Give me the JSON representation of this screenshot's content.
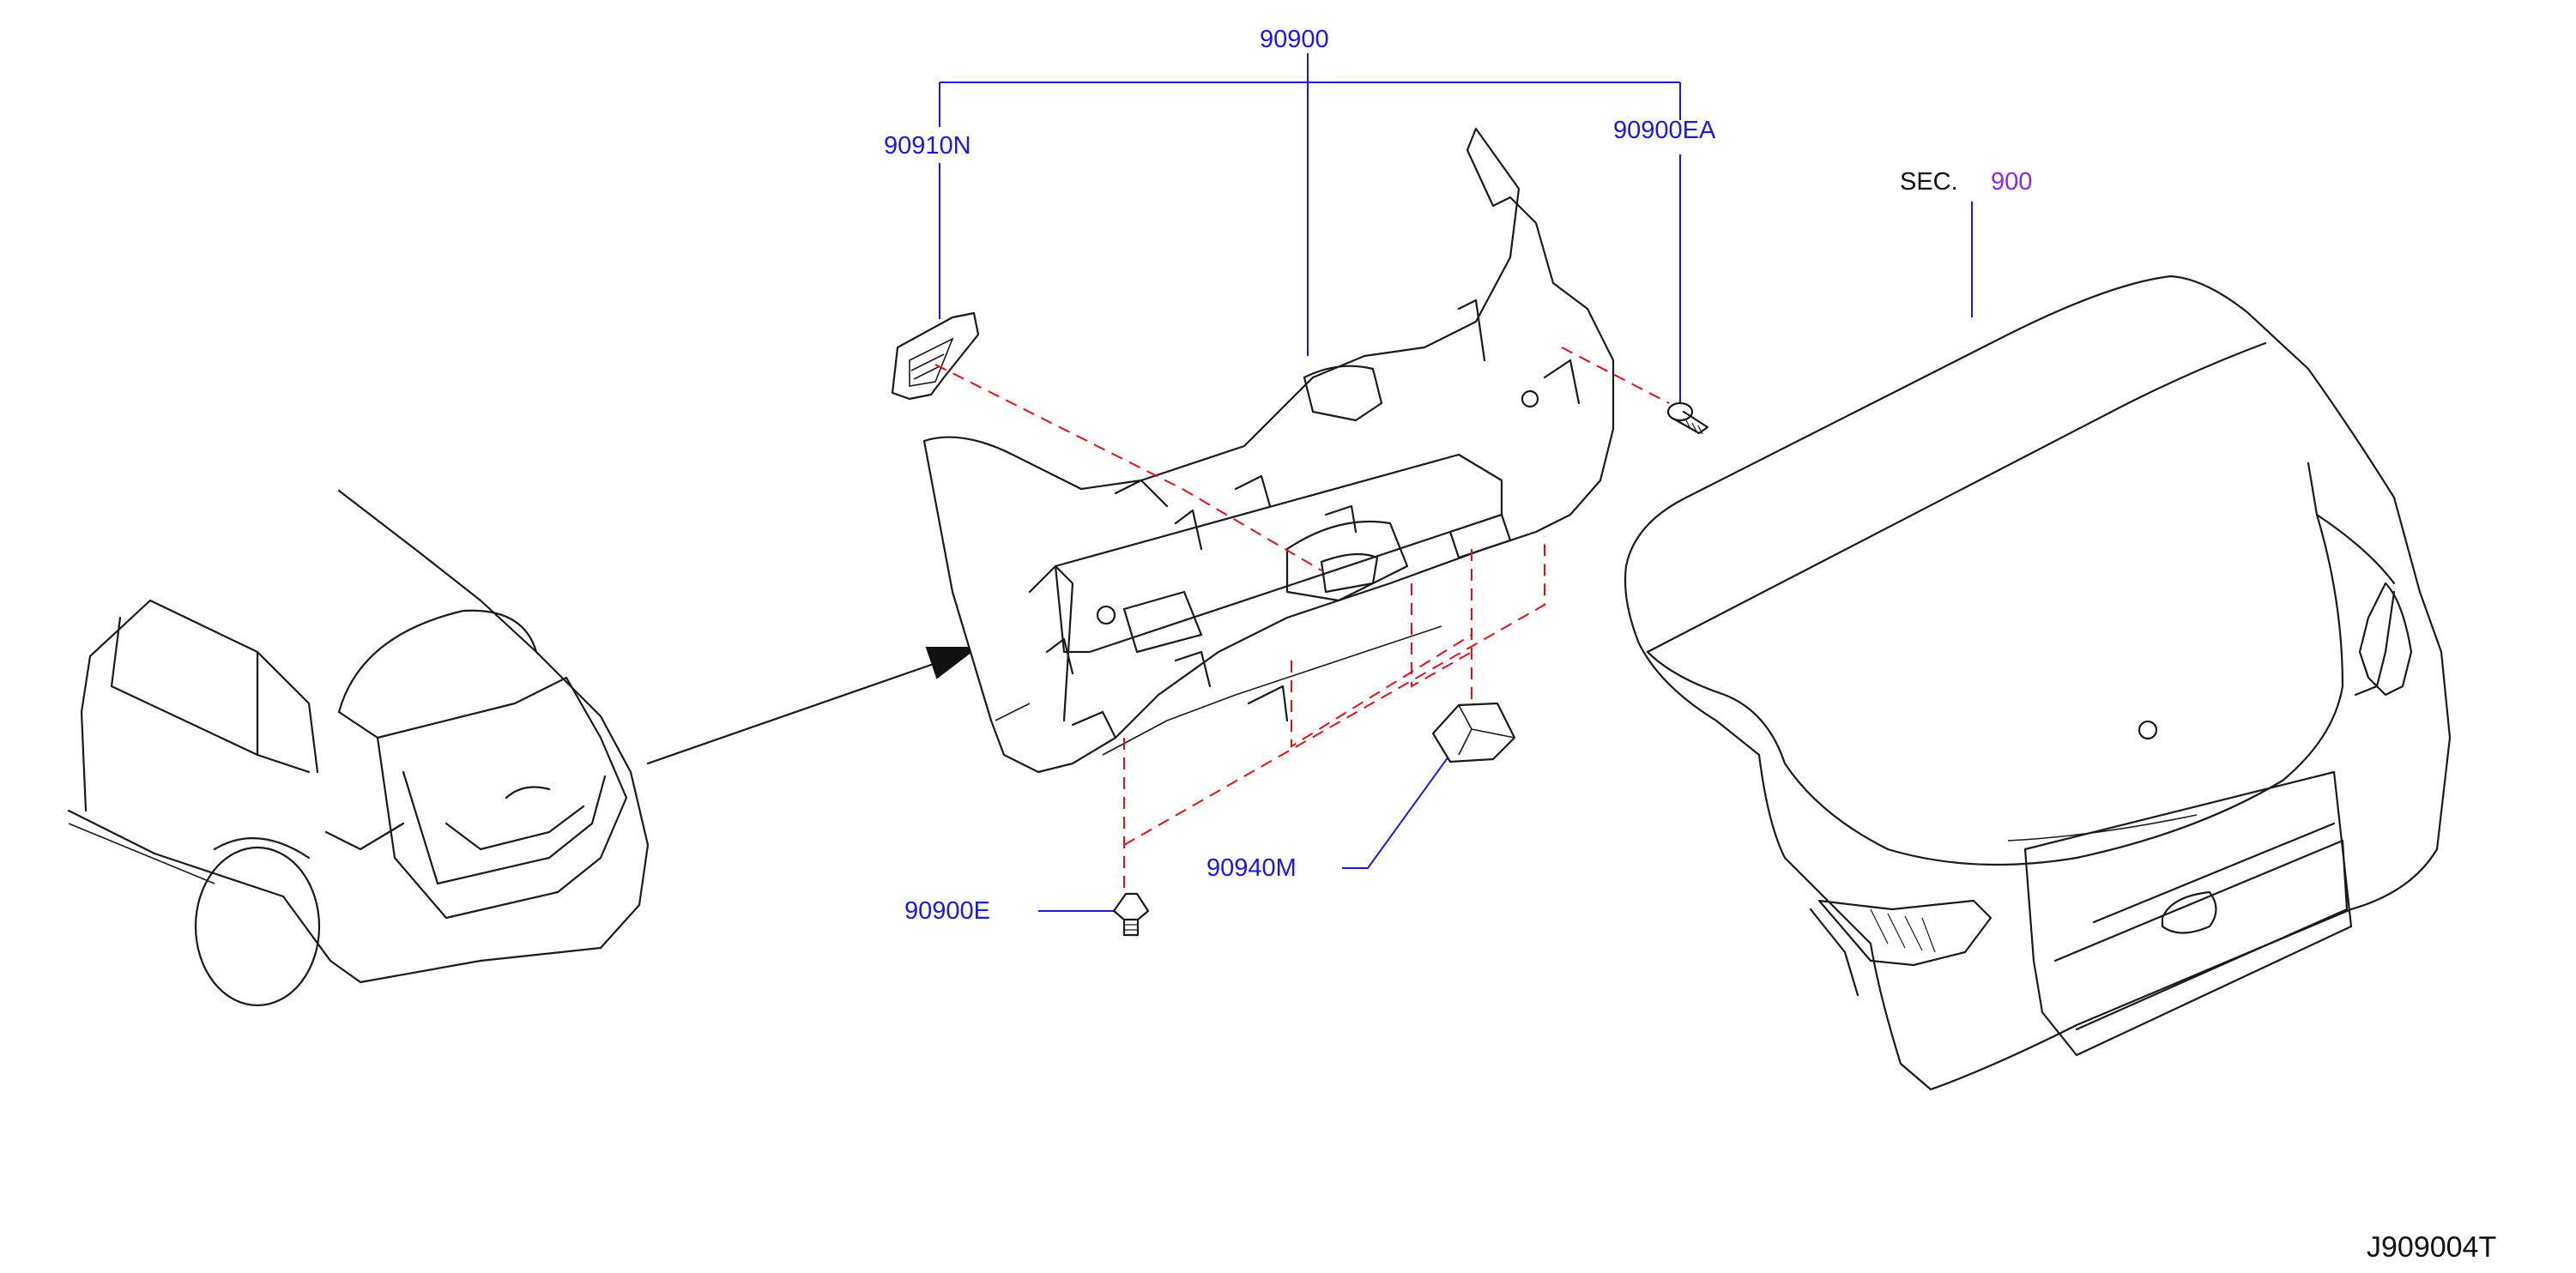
{
  "labels": {
    "assembly": "90900",
    "finisher_cover": "90910N",
    "clip_upper": "90900EA",
    "clip_lower": "90900E",
    "handle": "90940M",
    "section_prefix": "SEC.",
    "section_number": "900",
    "drawing_code": "J909004T"
  },
  "colors": {
    "part_label": "#1a1adc",
    "section_link": "#8a2be2",
    "dashed_guide": "#e0101a",
    "outline": "#1a1a1a"
  }
}
